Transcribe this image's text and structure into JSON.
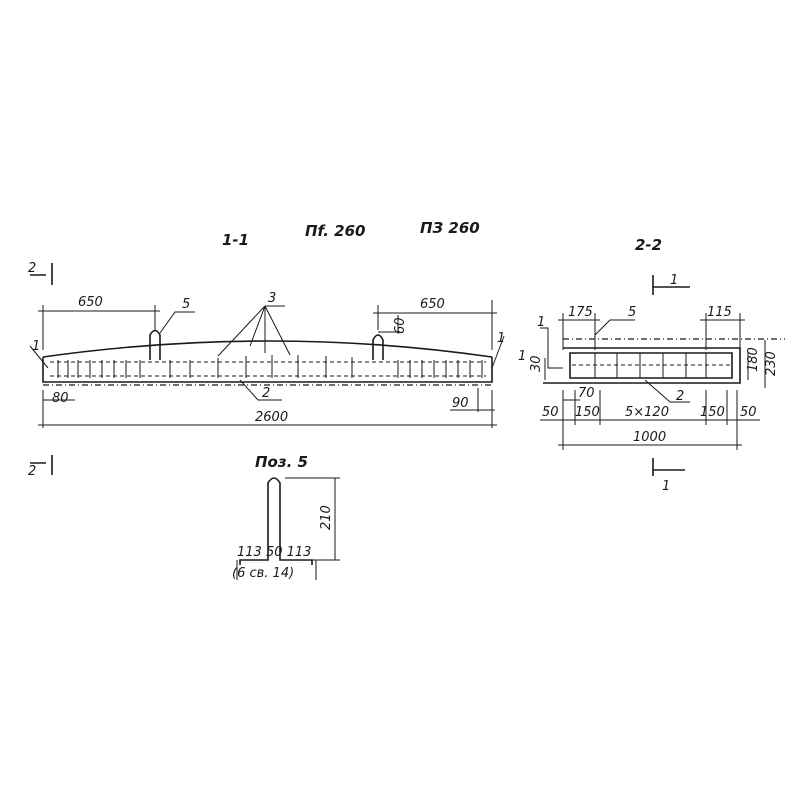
{
  "section_1_1": {
    "title": "1-1",
    "marks": [
      "Пf. 260",
      "ПЗ 260"
    ],
    "dims": {
      "left_650": "650",
      "right_650": "650",
      "loop_height": "60",
      "left_80": "80",
      "right_90": "90",
      "total": "2600"
    },
    "labels": {
      "loop": "5",
      "stirrups": "3",
      "bottom_bar": "2",
      "end_left": "1",
      "end_right": "1"
    },
    "section_marker": "2"
  },
  "section_2_2": {
    "title": "2-2",
    "section_marker": "1",
    "dims": {
      "left_175": "175",
      "right_115": "115",
      "cover_30": "30",
      "h_180": "180",
      "h_230": "230",
      "offset_70": "70",
      "d50_left": "50",
      "d150_left": "150",
      "spacing": "5×120",
      "d150_right": "150",
      "d50_right": "50",
      "width": "1000"
    },
    "labels": {
      "loop": "5",
      "bar": "2",
      "end1": "1",
      "end2": "1"
    }
  },
  "detail_poz5": {
    "title": "Поз. 5",
    "height": "210",
    "base_dims": "113 50 113",
    "bar_note": "(6 св. 14)"
  }
}
